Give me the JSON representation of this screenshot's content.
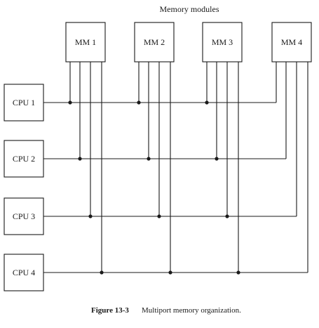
{
  "diagram": {
    "group_label": "Memory modules",
    "memory_modules": [
      {
        "label": "MM 1"
      },
      {
        "label": "MM 2"
      },
      {
        "label": "MM 3"
      },
      {
        "label": "MM 4"
      }
    ],
    "cpus": [
      {
        "label": "CPU 1"
      },
      {
        "label": "CPU 2"
      },
      {
        "label": "CPU 3"
      },
      {
        "label": "CPU 4"
      }
    ],
    "connection": "every CPU connects to every memory module through its own dedicated port"
  },
  "caption": {
    "number": "Figure 13-3",
    "text": "Multiport memory organization."
  }
}
